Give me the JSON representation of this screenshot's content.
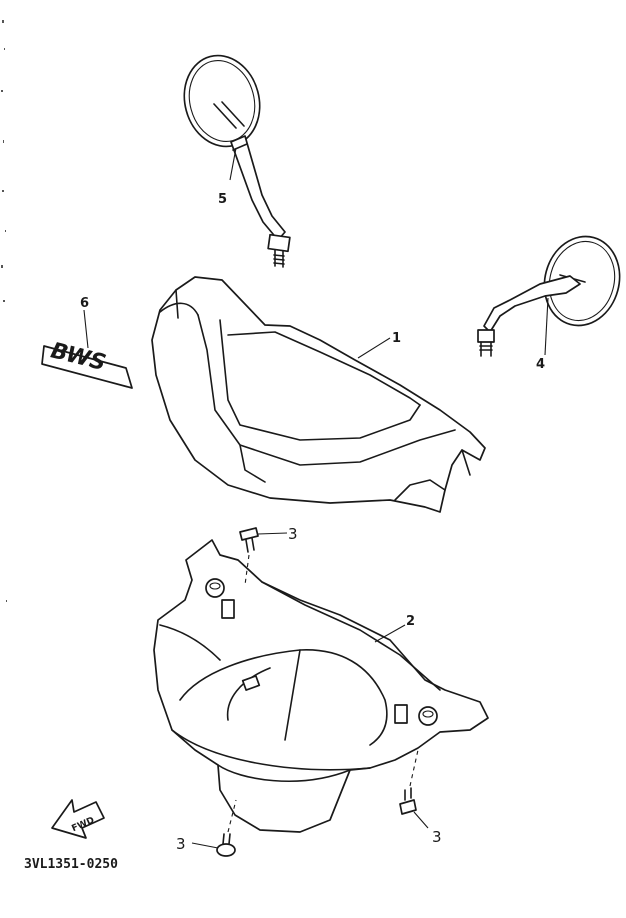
{
  "diagram": {
    "drawing_code": "3VL1351-0250",
    "direction_marker": "FWD",
    "emblem_text": "BWS",
    "callouts": {
      "front_cover": "1",
      "rear_cover": "2",
      "screw_top": "3",
      "screw_right": "3",
      "screw_bottom": "3",
      "mirror_right": "4",
      "mirror_left": "5",
      "emblem": "6"
    }
  }
}
